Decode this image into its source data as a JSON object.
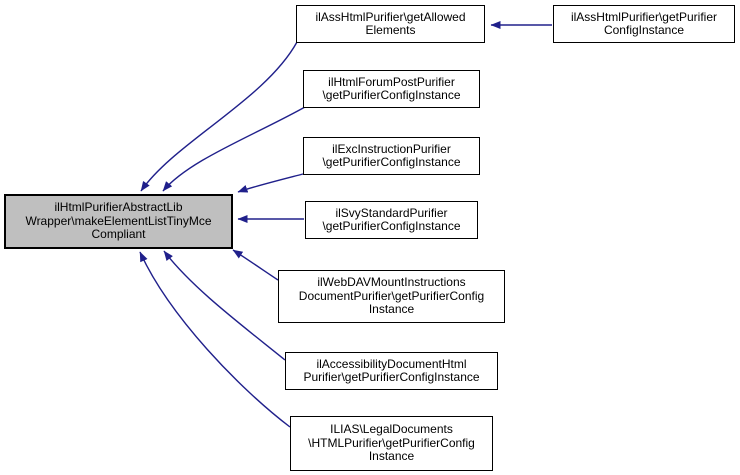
{
  "colors": {
    "edge": "#20208b",
    "node_fill": "#ffffff",
    "central_fill": "#bfbfbf",
    "border": "#000000"
  },
  "nodes": {
    "central": {
      "lines": [
        "ilHtmlPurifierAbstractLib",
        "Wrapper\\makeElementListTinyMce",
        "Compliant"
      ]
    },
    "ass_get_allowed_elements": {
      "lines": [
        "ilAssHtmlPurifier\\getAllowed",
        "Elements"
      ]
    },
    "ass_get_purifier_config_instance": {
      "lines": [
        "ilAssHtmlPurifier\\getPurifier",
        "ConfigInstance"
      ]
    },
    "forum_post_purifier": {
      "lines": [
        "ilHtmlForumPostPurifier",
        "\\getPurifierConfigInstance"
      ]
    },
    "exc_instruction_purifier": {
      "lines": [
        "ilExcInstructionPurifier",
        "\\getPurifierConfigInstance"
      ]
    },
    "svy_standard_purifier": {
      "lines": [
        "ilSvyStandardPurifier",
        "\\getPurifierConfigInstance"
      ]
    },
    "webdav_mount_instructions": {
      "lines": [
        "ilWebDAVMountInstructions",
        "DocumentPurifier\\getPurifierConfig",
        "Instance"
      ]
    },
    "accessibility_document_html": {
      "lines": [
        "ilAccessibilityDocumentHtml",
        "Purifier\\getPurifierConfigInstance"
      ]
    },
    "legal_documents_html_purifier": {
      "lines": [
        "ILIAS\\LegalDocuments",
        "\\HTMLPurifier\\getPurifierConfig",
        "Instance"
      ]
    }
  }
}
